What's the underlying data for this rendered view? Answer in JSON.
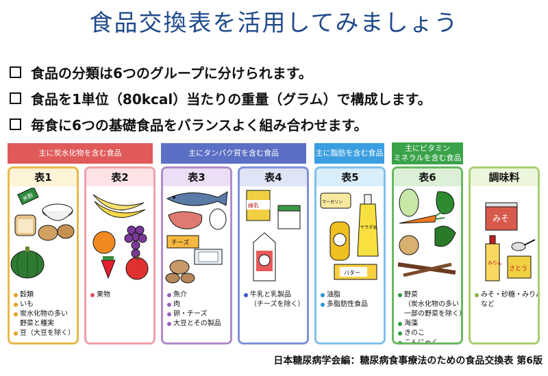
{
  "title": "食品交換表を活用してみましょう",
  "bullets": [
    "食品の分類は6つのグループに分けられます。",
    "食品を1単位（80kcal）当たりの重量（グラム）で構成します。",
    "毎食に6つの基礎食品をバランスよく組み合わせます。"
  ],
  "headers": [
    {
      "label": "主に炭水化物を含む食品",
      "color": "#e05a5a"
    },
    {
      "label": "主にタンパク質を含む食品",
      "color": "#5b6fc4"
    },
    {
      "label": "主に脂肪を含む食品",
      "color": "#3a9ee0"
    },
    {
      "label": "主にビタミン\nミネラルを含む食品",
      "color": "#3aa34a"
    }
  ],
  "cards": [
    {
      "title": "表1",
      "border": "#e8b84a",
      "header_bg": "#fdf3d6",
      "dot": "#e8a020",
      "items": [
        "穀類",
        "いも",
        "炭水化物の多い\n野菜と種実",
        "豆（大豆を除く）"
      ]
    },
    {
      "title": "表2",
      "border": "#f0a0a8",
      "header_bg": "#fde3e6",
      "dot": "#e05060",
      "items": [
        "果物"
      ]
    },
    {
      "title": "表3",
      "border": "#b08cc8",
      "header_bg": "#ecdff5",
      "dot": "#9a5fc0",
      "items": [
        "魚介",
        "肉",
        "卵・チーズ",
        "大豆とその製品"
      ]
    },
    {
      "title": "表4",
      "border": "#7f92d8",
      "header_bg": "#dfe4f7",
      "dot": "#3a56c8",
      "items": [
        "牛乳と乳製品\n（チーズを除く）"
      ]
    },
    {
      "title": "表5",
      "border": "#7fc0ea",
      "header_bg": "#d8eefb",
      "dot": "#2a90d8",
      "items": [
        "油脂",
        "多脂肪性食品"
      ]
    },
    {
      "title": "表6",
      "border": "#68b860",
      "header_bg": "#dbf0d6",
      "dot": "#2e9a3a",
      "items": [
        "野菜\n（炭水化物の多い\n一部の野菜を除く）",
        "海藻",
        "きのこ",
        "こんにゃく"
      ]
    },
    {
      "title": "調味料",
      "border": "#a8d070",
      "header_bg": "#ecf6dc",
      "dot": "#88b840",
      "items": [
        "みそ・砂糖・みりん\nなど"
      ]
    }
  ],
  "labels": {
    "rice_bag": "米穀",
    "cheese": "チーズ",
    "milk_can": "練乳",
    "margarine": "マーガリン",
    "oil_bottle": "サラダ油",
    "butter": "バター",
    "miso": "みそ",
    "mirin": "みりん",
    "sugar": "さとう"
  },
  "source": "日本糖尿病学会編：糖尿病食事療法のための食品交換表 第6版"
}
